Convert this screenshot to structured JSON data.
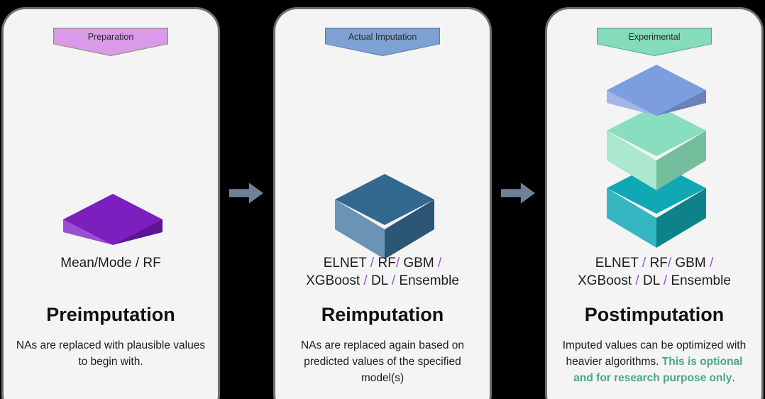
{
  "figure": {
    "type": "three-stage-process-diagram",
    "background_color": "#000000",
    "panel_fill": "#f4f4f4",
    "panel_border": "#6e6e6e",
    "accent_slash_color": "#9b59d6",
    "arrow_color": "#6e8199",
    "emphasis_color": "#4aa58c"
  },
  "arrows": {
    "first_label": "arrow-right",
    "second_label": "arrow-right"
  },
  "stages": [
    {
      "id": "preimputation",
      "banner": {
        "label": "Preparation",
        "fill": "#d99ae8",
        "border": "#7f9a5c"
      },
      "graphic": {
        "name": "single-flat-box",
        "boxes": [
          {
            "name": "purple-slab",
            "top": "#7b1fbf",
            "left": "#9c4fd1",
            "right": "#5d1596"
          }
        ]
      },
      "models": [
        {
          "text": "Mean/Mode / RF"
        }
      ],
      "heading": "Preimputation",
      "description_parts": [
        {
          "text": "NAs are replaced with plausible values to begin with.",
          "emphasis": false
        }
      ]
    },
    {
      "id": "reimputation",
      "banner": {
        "label": "Actual Imputation",
        "fill": "#7fa2d4",
        "border": "#5d7fb3"
      },
      "graphic": {
        "name": "single-cube",
        "boxes": [
          {
            "name": "steel-blue-cube",
            "top": "#33688f",
            "left": "#6b93b4",
            "right": "#2c5676"
          }
        ]
      },
      "models": [
        {
          "text": "ELNET / RF/ GBM /"
        },
        {
          "text": "XGBoost / DL / Ensemble"
        }
      ],
      "heading": "Reimputation",
      "description_parts": [
        {
          "text": "NAs are replaced again based on predicted values of the specified model(s)",
          "emphasis": false
        }
      ]
    },
    {
      "id": "postimputation",
      "banner": {
        "label": "Experimental",
        "fill": "#84dcbb",
        "border": "#5aa98c"
      },
      "graphic": {
        "name": "stacked-boxes",
        "boxes": [
          {
            "name": "periwinkle-slab",
            "top": "#7d9ede",
            "left": "#9fb6e6",
            "right": "#6982b9"
          },
          {
            "name": "mint-cube",
            "top": "#87dfc0",
            "left": "#abe8cd",
            "right": "#74bd9d"
          },
          {
            "name": "teal-cube",
            "top": "#0fa8b4",
            "left": "#35b6c0",
            "right": "#0d8289"
          }
        ]
      },
      "models": [
        {
          "text": "ELNET / RF/ GBM /"
        },
        {
          "text": "XGBoost / DL / Ensemble"
        }
      ],
      "heading": "Postimputation",
      "description_parts": [
        {
          "text": "Imputed values can be optimized with heavier algorithms. ",
          "emphasis": false
        },
        {
          "text": "This is optional and for research purpose only",
          "emphasis": true
        },
        {
          "text": ".",
          "emphasis": false
        }
      ]
    }
  ]
}
